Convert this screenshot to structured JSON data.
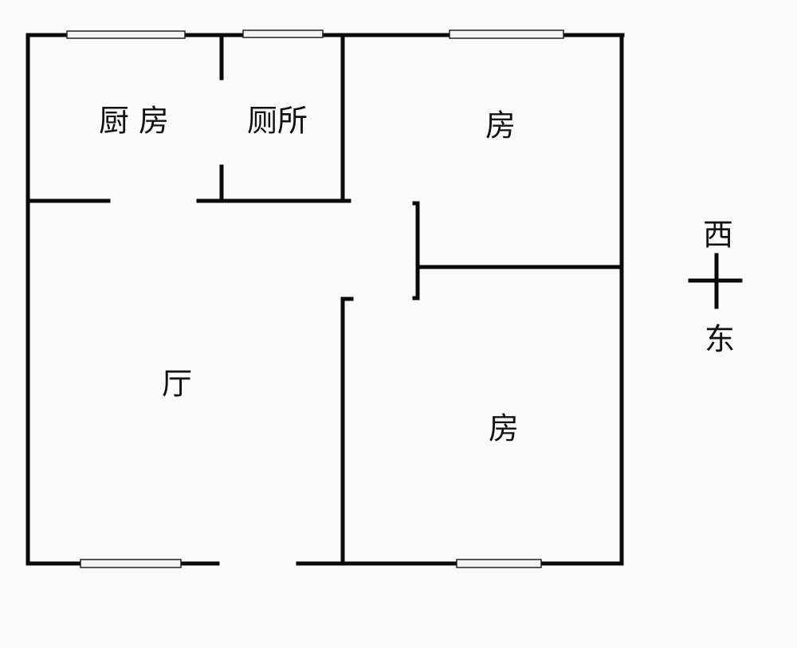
{
  "rooms": {
    "kitchen": "厨 房",
    "toilet": "厕所",
    "bedroom_north": "房",
    "living_room": "厅",
    "bedroom_south": "房"
  },
  "compass": {
    "top": "西",
    "bottom": "东"
  }
}
